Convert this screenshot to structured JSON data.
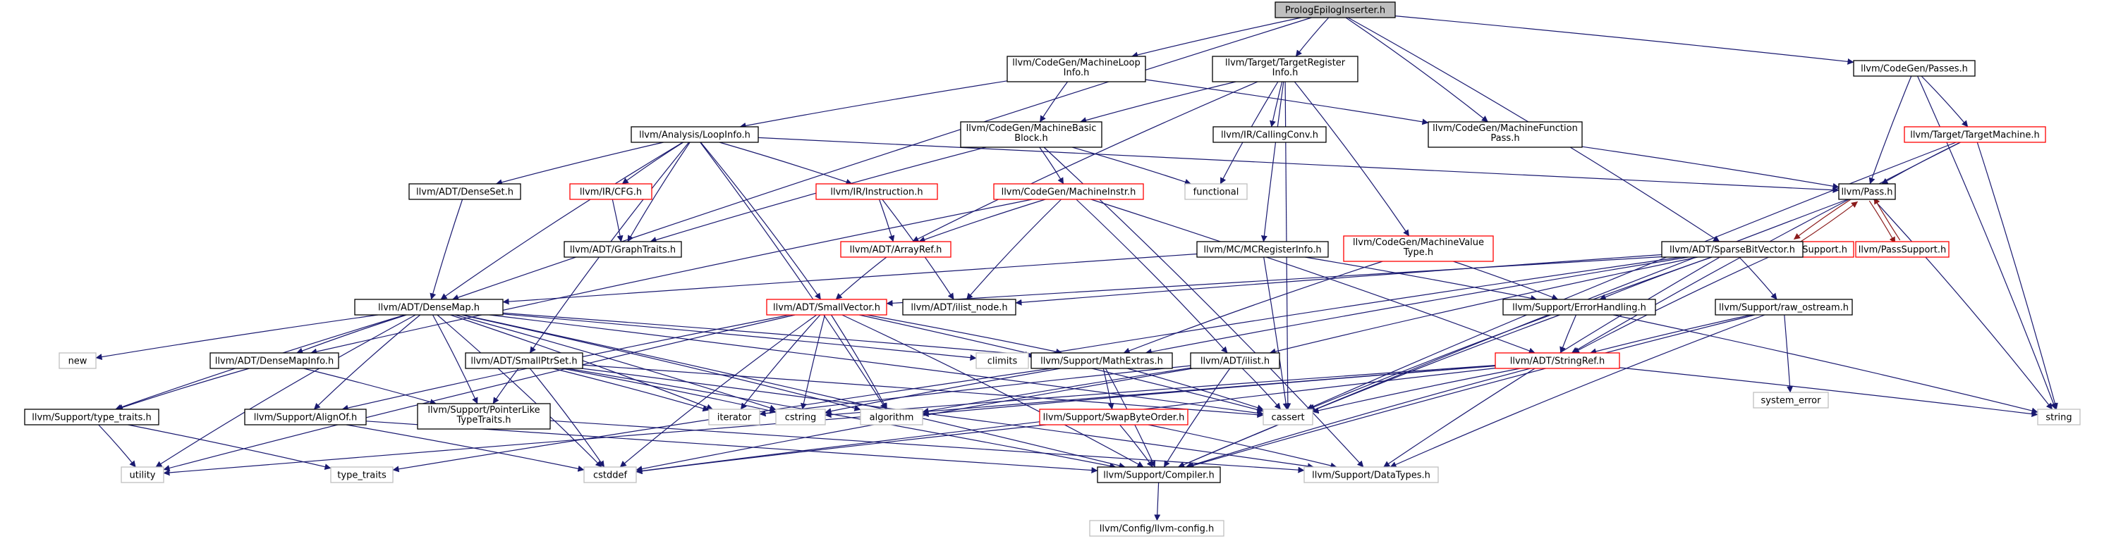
{
  "colors": {
    "normal_border": "#000000",
    "missing_border": "#bfbfbf",
    "incomplete_border": "#ff0000",
    "root_fill": "#bfbfbf",
    "node_fill": "#ffffff",
    "edge": "#191970",
    "edge_mutual": "#8b1a1a"
  },
  "nodes": [
    {
      "id": "root",
      "lines": [
        "PrologEpilogInserter.h"
      ],
      "kind": "root"
    },
    {
      "id": "mloop",
      "lines": [
        "llvm/CodeGen/MachineLoop",
        "Info.h"
      ],
      "kind": "normal"
    },
    {
      "id": "treg",
      "lines": [
        "llvm/Target/TargetRegister",
        "Info.h"
      ],
      "kind": "normal"
    },
    {
      "id": "passes",
      "lines": [
        "llvm/CodeGen/Passes.h"
      ],
      "kind": "normal"
    },
    {
      "id": "loopinfo",
      "lines": [
        "llvm/Analysis/LoopInfo.h"
      ],
      "kind": "normal"
    },
    {
      "id": "mbb",
      "lines": [
        "llvm/CodeGen/MachineBasic",
        "Block.h"
      ],
      "kind": "normal"
    },
    {
      "id": "callconv",
      "lines": [
        "llvm/IR/CallingConv.h"
      ],
      "kind": "normal"
    },
    {
      "id": "mfp",
      "lines": [
        "llvm/CodeGen/MachineFunction",
        "Pass.h"
      ],
      "kind": "normal"
    },
    {
      "id": "tmachine",
      "lines": [
        "llvm/Target/TargetMachine.h"
      ],
      "kind": "incomplete"
    },
    {
      "id": "denseset",
      "lines": [
        "llvm/ADT/DenseSet.h"
      ],
      "kind": "normal"
    },
    {
      "id": "cfg",
      "lines": [
        "llvm/IR/CFG.h"
      ],
      "kind": "incomplete"
    },
    {
      "id": "instruction",
      "lines": [
        "llvm/IR/Instruction.h"
      ],
      "kind": "incomplete"
    },
    {
      "id": "minstr",
      "lines": [
        "llvm/CodeGen/MachineInstr.h"
      ],
      "kind": "incomplete"
    },
    {
      "id": "functional",
      "lines": [
        "functional"
      ],
      "kind": "missing"
    },
    {
      "id": "pass",
      "lines": [
        "llvm/Pass.h"
      ],
      "kind": "normal"
    },
    {
      "id": "graphtraits",
      "lines": [
        "llvm/ADT/GraphTraits.h"
      ],
      "kind": "normal"
    },
    {
      "id": "arrayref",
      "lines": [
        "llvm/ADT/ArrayRef.h"
      ],
      "kind": "incomplete"
    },
    {
      "id": "mcreg",
      "lines": [
        "llvm/MC/MCRegisterInfo.h"
      ],
      "kind": "normal"
    },
    {
      "id": "mvt",
      "lines": [
        "llvm/CodeGen/MachineValue",
        "Type.h"
      ],
      "kind": "incomplete"
    },
    {
      "id": "pasup",
      "lines": [
        "llvm/PassAnalysisSupport.h"
      ],
      "kind": "incomplete"
    },
    {
      "id": "sbv",
      "lines": [
        "llvm/ADT/SparseBitVector.h"
      ],
      "kind": "normal"
    },
    {
      "id": "passsupport",
      "lines": [
        "llvm/PassSupport.h"
      ],
      "kind": "incomplete"
    },
    {
      "id": "densemap",
      "lines": [
        "llvm/ADT/DenseMap.h"
      ],
      "kind": "normal"
    },
    {
      "id": "smallvector",
      "lines": [
        "llvm/ADT/SmallVector.h"
      ],
      "kind": "incomplete"
    },
    {
      "id": "ilistnode",
      "lines": [
        "llvm/ADT/ilist_node.h"
      ],
      "kind": "normal"
    },
    {
      "id": "errhandling",
      "lines": [
        "llvm/Support/ErrorHandling.h"
      ],
      "kind": "normal"
    },
    {
      "id": "rawostream",
      "lines": [
        "llvm/Support/raw_ostream.h"
      ],
      "kind": "normal"
    },
    {
      "id": "new",
      "lines": [
        "new"
      ],
      "kind": "missing"
    },
    {
      "id": "densemapinfo",
      "lines": [
        "llvm/ADT/DenseMapInfo.h"
      ],
      "kind": "normal"
    },
    {
      "id": "smallptrset",
      "lines": [
        "llvm/ADT/SmallPtrSet.h"
      ],
      "kind": "normal"
    },
    {
      "id": "climits",
      "lines": [
        "climits"
      ],
      "kind": "missing"
    },
    {
      "id": "mathextras",
      "lines": [
        "llvm/Support/MathExtras.h"
      ],
      "kind": "normal"
    },
    {
      "id": "ilist",
      "lines": [
        "llvm/ADT/ilist.h"
      ],
      "kind": "normal"
    },
    {
      "id": "stringref",
      "lines": [
        "llvm/ADT/StringRef.h"
      ],
      "kind": "incomplete"
    },
    {
      "id": "system_error",
      "lines": [
        "system_error"
      ],
      "kind": "missing"
    },
    {
      "id": "typetraits_llvm",
      "lines": [
        "llvm/Support/type_traits.h"
      ],
      "kind": "normal"
    },
    {
      "id": "alignof",
      "lines": [
        "llvm/Support/AlignOf.h"
      ],
      "kind": "normal"
    },
    {
      "id": "ptrlike",
      "lines": [
        "llvm/Support/PointerLike",
        "TypeTraits.h"
      ],
      "kind": "normal"
    },
    {
      "id": "iterator",
      "lines": [
        "iterator"
      ],
      "kind": "missing"
    },
    {
      "id": "cstring",
      "lines": [
        "cstring"
      ],
      "kind": "missing"
    },
    {
      "id": "algorithm",
      "lines": [
        "algorithm"
      ],
      "kind": "missing"
    },
    {
      "id": "swapbyte",
      "lines": [
        "llvm/Support/SwapByteOrder.h"
      ],
      "kind": "incomplete"
    },
    {
      "id": "cassert",
      "lines": [
        "cassert"
      ],
      "kind": "missing"
    },
    {
      "id": "string",
      "lines": [
        "string"
      ],
      "kind": "missing"
    },
    {
      "id": "utility",
      "lines": [
        "utility"
      ],
      "kind": "missing"
    },
    {
      "id": "type_traits",
      "lines": [
        "type_traits"
      ],
      "kind": "missing"
    },
    {
      "id": "cstddef",
      "lines": [
        "cstddef"
      ],
      "kind": "missing"
    },
    {
      "id": "compiler",
      "lines": [
        "llvm/Support/Compiler.h"
      ],
      "kind": "normal"
    },
    {
      "id": "datatypes",
      "lines": [
        "llvm/Support/DataTypes.h"
      ],
      "kind": "missing"
    },
    {
      "id": "llvmconfig",
      "lines": [
        "llvm/Config/llvm-config.h"
      ],
      "kind": "missing"
    }
  ],
  "edges": [
    [
      "root",
      "densemap"
    ],
    [
      "root",
      "mloop"
    ],
    [
      "root",
      "treg"
    ],
    [
      "root",
      "passes"
    ],
    [
      "root",
      "mfp"
    ],
    [
      "root",
      "sbv"
    ],
    [
      "mloop",
      "loopinfo"
    ],
    [
      "mloop",
      "mbb"
    ],
    [
      "mloop",
      "mfp"
    ],
    [
      "treg",
      "mbb"
    ],
    [
      "treg",
      "callconv"
    ],
    [
      "treg",
      "arrayref"
    ],
    [
      "treg",
      "functional"
    ],
    [
      "treg",
      "mcreg"
    ],
    [
      "treg",
      "mvt"
    ],
    [
      "treg",
      "cassert"
    ],
    [
      "passes",
      "pass"
    ],
    [
      "passes",
      "tmachine"
    ],
    [
      "passes",
      "string"
    ],
    [
      "loopinfo",
      "denseset"
    ],
    [
      "loopinfo",
      "cfg"
    ],
    [
      "loopinfo",
      "instruction"
    ],
    [
      "loopinfo",
      "graphtraits"
    ],
    [
      "loopinfo",
      "densemap"
    ],
    [
      "loopinfo",
      "smallptrset"
    ],
    [
      "loopinfo",
      "smallvector"
    ],
    [
      "loopinfo",
      "pass"
    ],
    [
      "loopinfo",
      "algorithm"
    ],
    [
      "mbb",
      "graphtraits"
    ],
    [
      "mbb",
      "minstr"
    ],
    [
      "mbb",
      "functional"
    ],
    [
      "mbb",
      "datatypes"
    ],
    [
      "mfp",
      "pass"
    ],
    [
      "tmachine",
      "pass"
    ],
    [
      "tmachine",
      "stringref"
    ],
    [
      "tmachine",
      "cassert"
    ],
    [
      "tmachine",
      "string"
    ],
    [
      "denseset",
      "densemap"
    ],
    [
      "cfg",
      "graphtraits"
    ],
    [
      "instruction",
      "arrayref"
    ],
    [
      "instruction",
      "ilistnode"
    ],
    [
      "minstr",
      "arrayref"
    ],
    [
      "minstr",
      "ilistnode"
    ],
    [
      "minstr",
      "ilist"
    ],
    [
      "minstr",
      "stringref"
    ],
    [
      "minstr",
      "densemapinfo"
    ],
    [
      "pass",
      "pasup"
    ],
    [
      "pass",
      "passsupport"
    ],
    [
      "pass",
      "string"
    ],
    [
      "pass",
      "compiler"
    ],
    [
      "arrayref",
      "smallvector"
    ],
    [
      "mcreg",
      "errhandling"
    ],
    [
      "mcreg",
      "cassert"
    ],
    [
      "mcreg",
      "densemap"
    ],
    [
      "mvt",
      "mathextras"
    ],
    [
      "mvt",
      "errhandling"
    ],
    [
      "pasup",
      "pass"
    ],
    [
      "pasup",
      "stringref"
    ],
    [
      "pasup",
      "smallvector"
    ],
    [
      "passsupport",
      "pass"
    ],
    [
      "sbv",
      "errhandling"
    ],
    [
      "sbv",
      "mathextras"
    ],
    [
      "sbv",
      "rawostream"
    ],
    [
      "sbv",
      "ilistnode"
    ],
    [
      "sbv",
      "ilist"
    ],
    [
      "sbv",
      "climits"
    ],
    [
      "sbv",
      "cassert"
    ],
    [
      "sbv",
      "datatypes"
    ],
    [
      "densemap",
      "new"
    ],
    [
      "densemap",
      "densemapinfo"
    ],
    [
      "densemap",
      "typetraits_llvm"
    ],
    [
      "densemap",
      "alignof"
    ],
    [
      "densemap",
      "ptrlike"
    ],
    [
      "densemap",
      "mathextras"
    ],
    [
      "densemap",
      "iterator"
    ],
    [
      "densemap",
      "climits"
    ],
    [
      "densemap",
      "algorithm"
    ],
    [
      "densemap",
      "cassert"
    ],
    [
      "densemap",
      "cstddef"
    ],
    [
      "densemap",
      "utility"
    ],
    [
      "densemap",
      "compiler"
    ],
    [
      "densemap",
      "cstring"
    ],
    [
      "smallvector",
      "alignof"
    ],
    [
      "smallvector",
      "mathextras"
    ],
    [
      "smallvector",
      "iterator"
    ],
    [
      "smallvector",
      "cstring"
    ],
    [
      "smallvector",
      "algorithm"
    ],
    [
      "smallvector",
      "cassert"
    ],
    [
      "smallvector",
      "cstddef"
    ],
    [
      "smallvector",
      "utility"
    ],
    [
      "smallvector",
      "compiler"
    ],
    [
      "errhandling",
      "stringref"
    ],
    [
      "errhandling",
      "compiler"
    ],
    [
      "errhandling",
      "string"
    ],
    [
      "rawostream",
      "stringref"
    ],
    [
      "rawostream",
      "system_error"
    ],
    [
      "rawostream",
      "compiler"
    ],
    [
      "rawostream",
      "datatypes"
    ],
    [
      "densemapinfo",
      "typetraits_llvm"
    ],
    [
      "densemapinfo",
      "ptrlike"
    ],
    [
      "smallptrset",
      "ptrlike"
    ],
    [
      "smallptrset",
      "iterator"
    ],
    [
      "smallptrset",
      "cstring"
    ],
    [
      "smallptrset",
      "cassert"
    ],
    [
      "smallptrset",
      "cstddef"
    ],
    [
      "smallptrset",
      "compiler"
    ],
    [
      "smallptrset",
      "datatypes"
    ],
    [
      "mathextras",
      "swapbyte"
    ],
    [
      "mathextras",
      "compiler"
    ],
    [
      "mathextras",
      "cassert"
    ],
    [
      "mathextras",
      "cstring"
    ],
    [
      "mathextras",
      "type_traits"
    ],
    [
      "ilist",
      "iterator"
    ],
    [
      "ilist",
      "algorithm"
    ],
    [
      "ilist",
      "cassert"
    ],
    [
      "ilist",
      "cstddef"
    ],
    [
      "ilist",
      "compiler"
    ],
    [
      "stringref",
      "algorithm"
    ],
    [
      "stringref",
      "cassert"
    ],
    [
      "stringref",
      "cstring"
    ],
    [
      "stringref",
      "string"
    ],
    [
      "stringref",
      "utility"
    ],
    [
      "stringref",
      "cstddef"
    ],
    [
      "stringref",
      "compiler"
    ],
    [
      "typetraits_llvm",
      "utility"
    ],
    [
      "typetraits_llvm",
      "type_traits"
    ],
    [
      "alignof",
      "compiler"
    ],
    [
      "alignof",
      "cstddef"
    ],
    [
      "ptrlike",
      "datatypes"
    ],
    [
      "swapbyte",
      "compiler"
    ],
    [
      "swapbyte",
      "datatypes"
    ],
    [
      "swapbyte",
      "cstddef"
    ],
    [
      "compiler",
      "llvmconfig"
    ]
  ]
}
